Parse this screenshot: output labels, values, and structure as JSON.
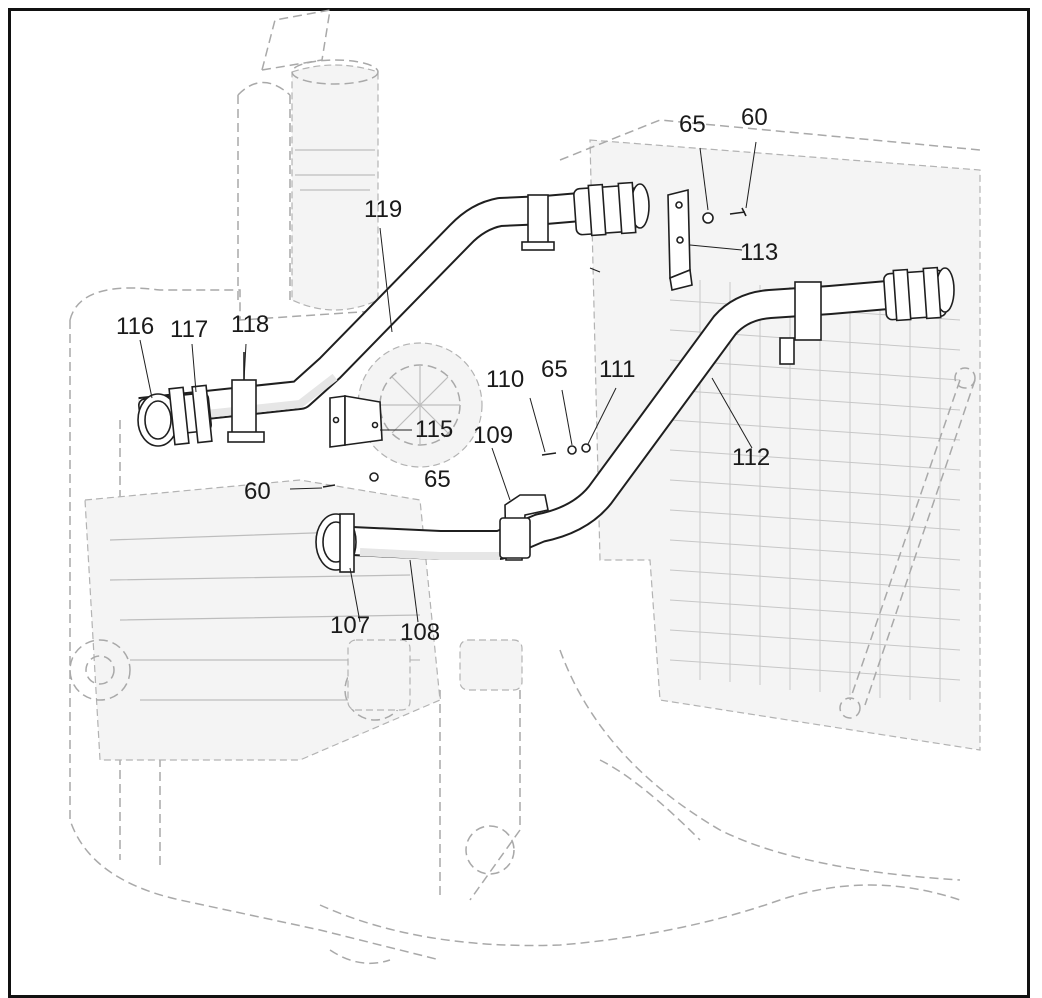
{
  "callouts": [
    {
      "id": "c65a",
      "text": "65"
    },
    {
      "id": "c60a",
      "text": "60"
    },
    {
      "id": "c119",
      "text": "119"
    },
    {
      "id": "c113",
      "text": "113"
    },
    {
      "id": "c116",
      "text": "116"
    },
    {
      "id": "c117",
      "text": "117"
    },
    {
      "id": "c118",
      "text": "118"
    },
    {
      "id": "c110",
      "text": "110"
    },
    {
      "id": "c65b",
      "text": "65"
    },
    {
      "id": "c111",
      "text": "111"
    },
    {
      "id": "c115",
      "text": "115"
    },
    {
      "id": "c109",
      "text": "109"
    },
    {
      "id": "c112",
      "text": "112"
    },
    {
      "id": "c60b",
      "text": "60"
    },
    {
      "id": "c65c",
      "text": "65"
    },
    {
      "id": "c107",
      "text": "107"
    },
    {
      "id": "c108",
      "text": "108"
    }
  ],
  "colors": {
    "line": "#1f1f1f",
    "ghost": "#a9a9a9",
    "background": "#ffffff"
  }
}
